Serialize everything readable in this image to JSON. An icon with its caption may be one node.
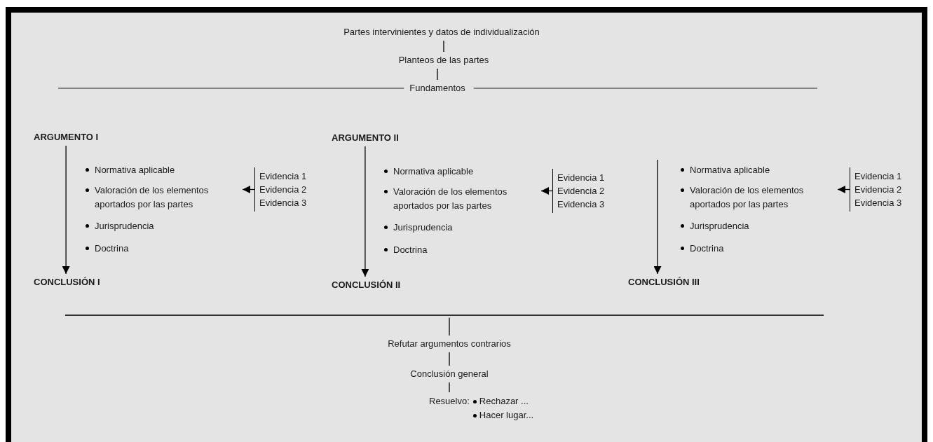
{
  "diagram": {
    "nodes": [
      {
        "text": [
          "Partes intervinientes y datos de individualización"
        ]
      },
      {
        "text": [
          "Planteos de las partes"
        ]
      },
      {
        "text": [
          "Fundamentos"
        ]
      },
      {
        "text": [
          "ARGUMENTO I"
        ]
      },
      {
        "text": [
          "Normativa aplicable"
        ]
      },
      {
        "text": [
          "Valoración de los elementos aportados por las partes"
        ]
      },
      {
        "text": [
          "Jurisprudencia"
        ]
      },
      {
        "text": [
          "Doctrina"
        ]
      },
      {
        "text": [
          "Evidencia 1",
          "Evidencia 2",
          "Evidencia 3"
        ]
      },
      {
        "text": [
          "CONCLUSIÓN I"
        ]
      },
      {
        "text": [
          "ARGUMENTO II"
        ]
      },
      {
        "text": [
          "Normativa aplicable"
        ]
      },
      {
        "text": [
          "Valoración de los elementos aportados por las partes"
        ]
      },
      {
        "text": [
          "Jurisprudencia"
        ]
      },
      {
        "text": [
          "Doctrina"
        ]
      },
      {
        "text": [
          "Evidencia 1",
          "Evidencia 2",
          "Evidencia 3"
        ]
      },
      {
        "text": [
          "CONCLUSIÓN  II"
        ]
      },
      {
        "text": [
          "Normativa aplicable"
        ]
      },
      {
        "text": [
          "Valoración de los elementos aportados por las partes"
        ]
      },
      {
        "text": [
          "Jurisprudencia"
        ]
      },
      {
        "text": [
          "Doctrina"
        ]
      },
      {
        "text": [
          "Evidencia 1",
          "Evidencia 2",
          "Evidencia 3"
        ]
      },
      {
        "text": [
          "CONCLUSIÓN III"
        ]
      },
      {
        "text": [],
        "shape": "bar"
      },
      {
        "text": [
          "Refutar argumentos contrarios"
        ]
      },
      {
        "text": [
          "Conclusión general"
        ]
      },
      {
        "text": [
          "Resuelvo:",
          "Rechazar ...",
          "Hacer lugar..."
        ]
      }
    ],
    "edges": [
      {
        "from": 0,
        "to": 1,
        "arrow": "none"
      },
      {
        "from": 1,
        "to": 2,
        "arrow": "none"
      },
      {
        "from": 3,
        "to": 9,
        "arrow": "to"
      },
      {
        "from": 8,
        "to": 5,
        "arrow": "to"
      },
      {
        "from": 10,
        "to": 16,
        "arrow": "to"
      },
      {
        "from": 15,
        "to": 12,
        "arrow": "to"
      },
      {
        "from": null,
        "to": 22,
        "arrow": "to"
      },
      {
        "from": 21,
        "to": 18,
        "arrow": "to"
      },
      {
        "from": 23,
        "to": 24,
        "arrow": "none"
      },
      {
        "from": 24,
        "to": 25,
        "arrow": "none"
      },
      {
        "from": 25,
        "to": 26,
        "arrow": "none"
      }
    ]
  }
}
